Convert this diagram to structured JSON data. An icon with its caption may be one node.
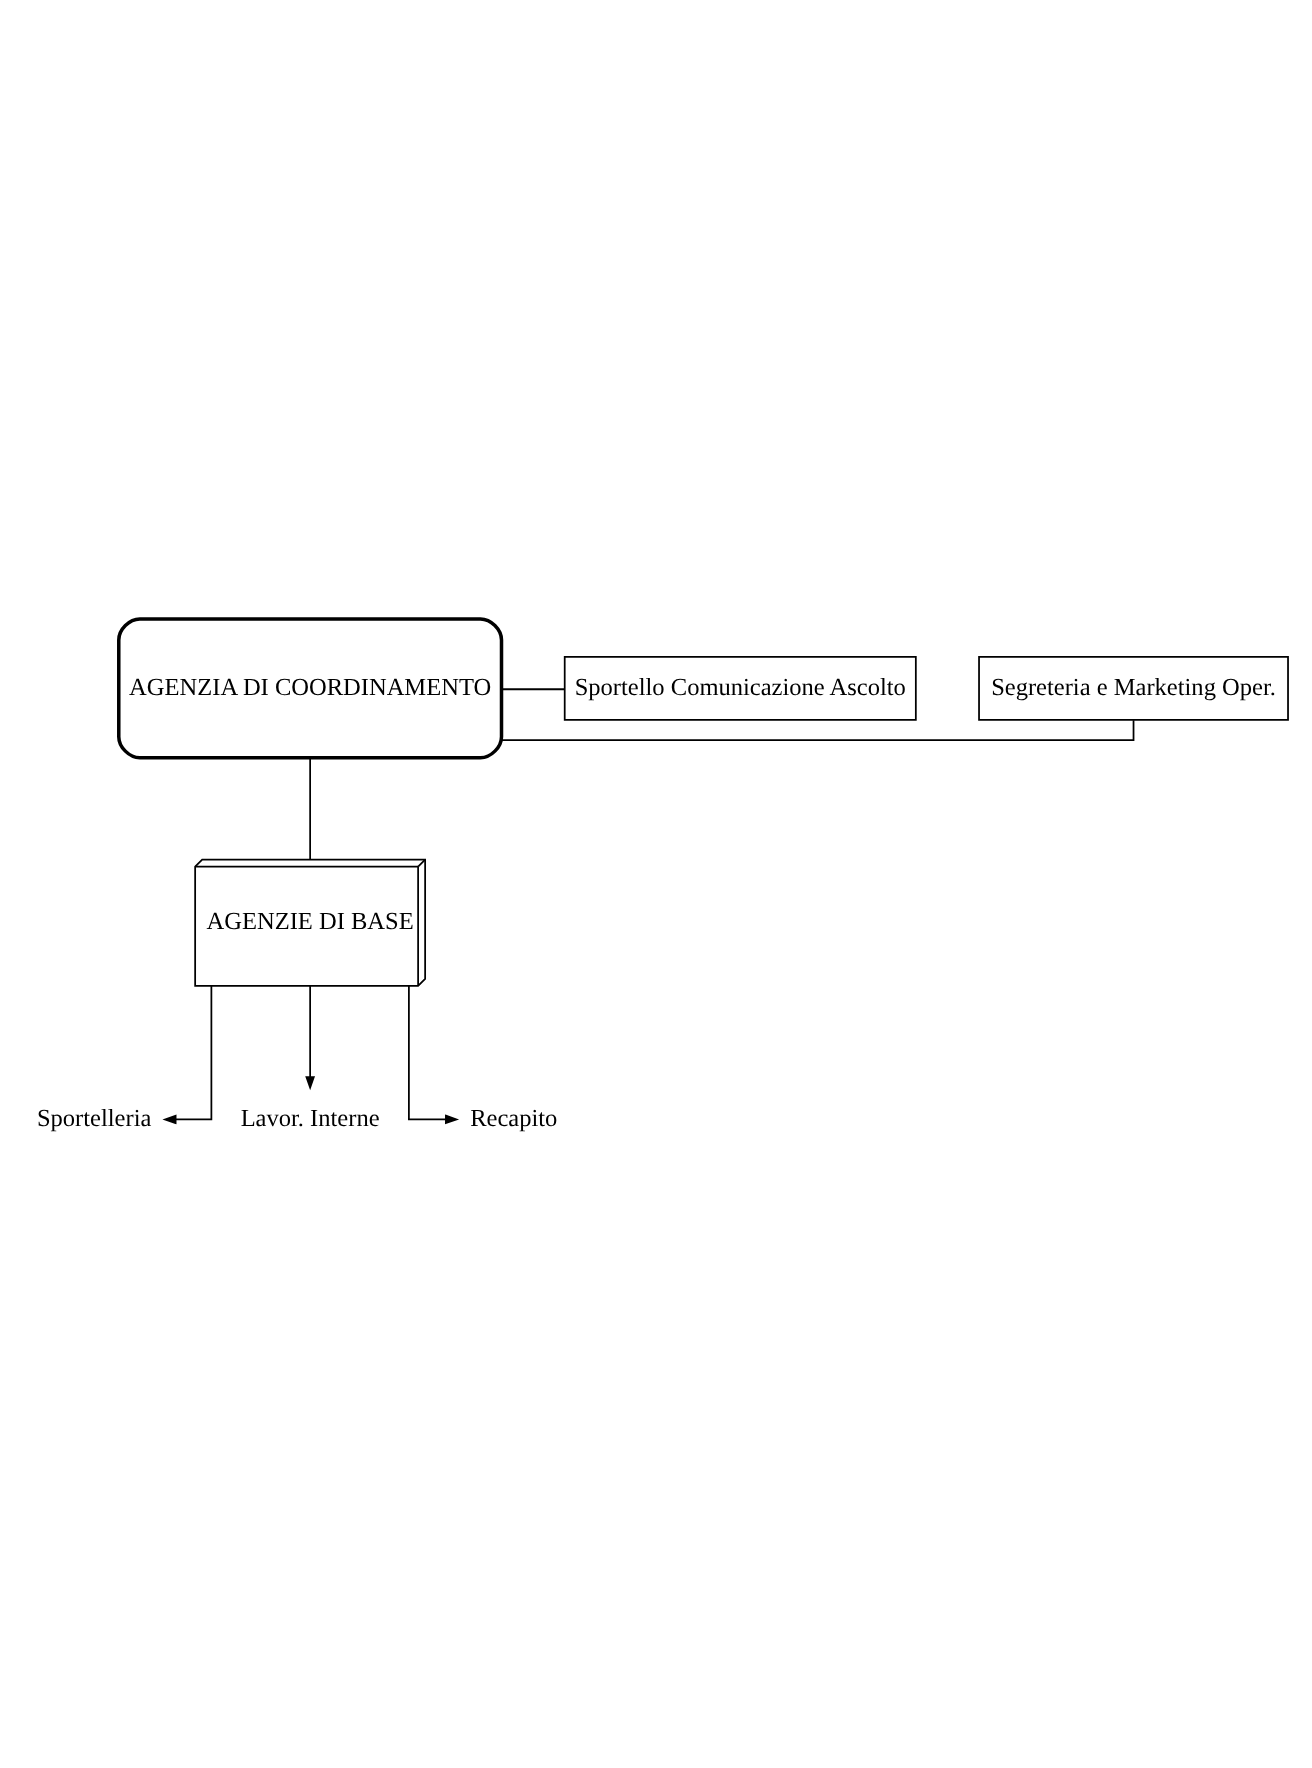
{
  "diagram": {
    "nodes": [
      {
        "text": [
          "AGENZIA DI COORDINAMENTO"
        ]
      },
      {
        "text": [
          "Segreteria e Marketing Oper."
        ]
      },
      {
        "text": [
          "Sportello Comunicazione Ascolto"
        ]
      },
      {
        "text": [
          "AGENZIE DI BASE"
        ]
      },
      {
        "text": [
          "Sportelleria"
        ]
      },
      {
        "text": [
          "Lavor. Interne"
        ]
      },
      {
        "text": [
          "Recapito"
        ]
      }
    ],
    "edges": [
      {
        "from": 0,
        "to": 1,
        "arrow": "none"
      },
      {
        "from": 0,
        "to": 2,
        "arrow": "none"
      },
      {
        "from": 0,
        "to": 3,
        "arrow": "none"
      },
      {
        "from": 3,
        "to": 4,
        "arrow": "to"
      },
      {
        "from": 3,
        "to": 5,
        "arrow": "to"
      },
      {
        "from": 3,
        "to": 6,
        "arrow": "to"
      }
    ]
  }
}
